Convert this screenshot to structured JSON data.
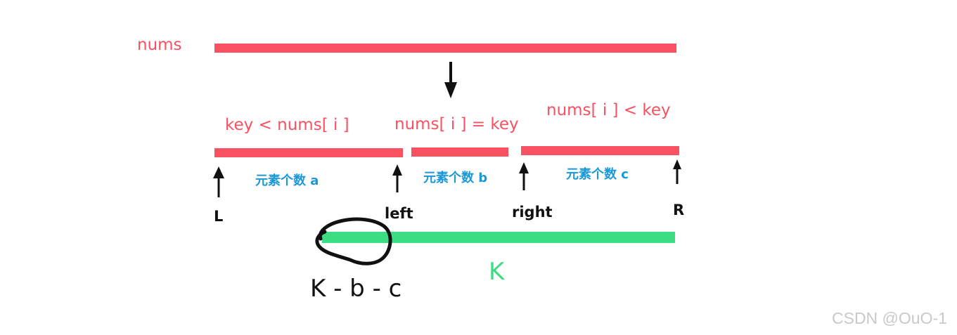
{
  "labels": {
    "nums": "nums",
    "left_condition": "key < nums[ i ]",
    "middle_condition": "nums[ i ] = key",
    "right_condition": "nums[ i ] < key",
    "count_a": "元素个数 a",
    "count_b": "元素个数 b",
    "count_c": "元素个数 c",
    "pointer_L": "L",
    "pointer_left": "left",
    "pointer_right": "right",
    "pointer_R": "R",
    "k": "K",
    "formula": "K - b - c"
  },
  "watermark": "CSDN @OuO-1",
  "colors": {
    "bar": "#f75162",
    "k_bar": "#3ddd84",
    "count_text": "#1a98d8",
    "ink": "#111111"
  }
}
